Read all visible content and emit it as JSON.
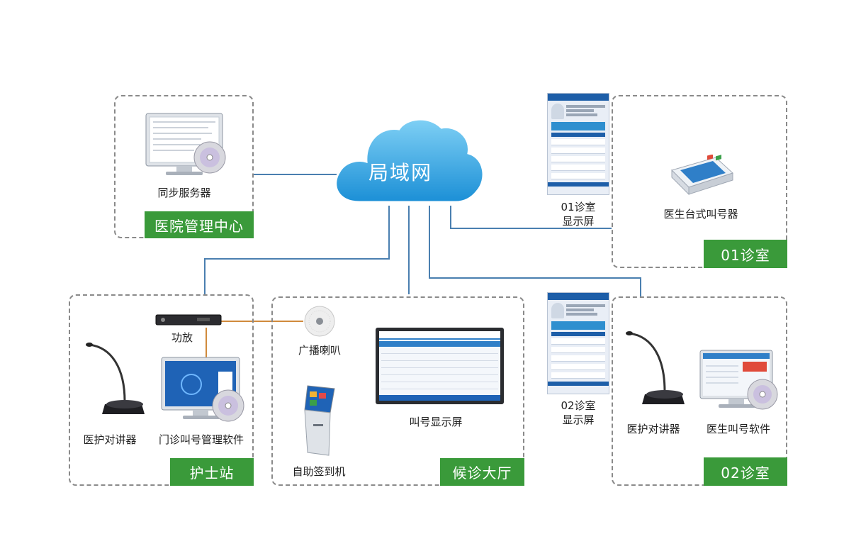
{
  "network": {
    "label": "局域网"
  },
  "zones": {
    "hospital": {
      "tag": "医院管理中心",
      "server_label": "同步服务器"
    },
    "room01": {
      "tag": "01诊室",
      "display_label_1": "01诊室",
      "display_label_2": "显示屏",
      "caller_label": "医生台式叫号器"
    },
    "room02": {
      "tag": "02诊室",
      "display_label_1": "02诊室",
      "display_label_2": "显示屏",
      "intercom_label": "医护对讲器",
      "software_label": "医生叫号软件"
    },
    "nurse": {
      "tag": "护士站",
      "amp_label": "功放",
      "intercom_label": "医护对讲器",
      "software_label": "门诊叫号管理软件"
    },
    "hall": {
      "tag": "候诊大厅",
      "speaker_label": "广播喇叭",
      "kiosk_label": "自助签到机",
      "screen_label": "叫号显示屏"
    }
  },
  "colors": {
    "accent_green": "#3a9a3a",
    "wire_blue": "#4a7fb0",
    "wire_orange": "#d08a3c",
    "cloud_blue": "#2aa4e0"
  }
}
